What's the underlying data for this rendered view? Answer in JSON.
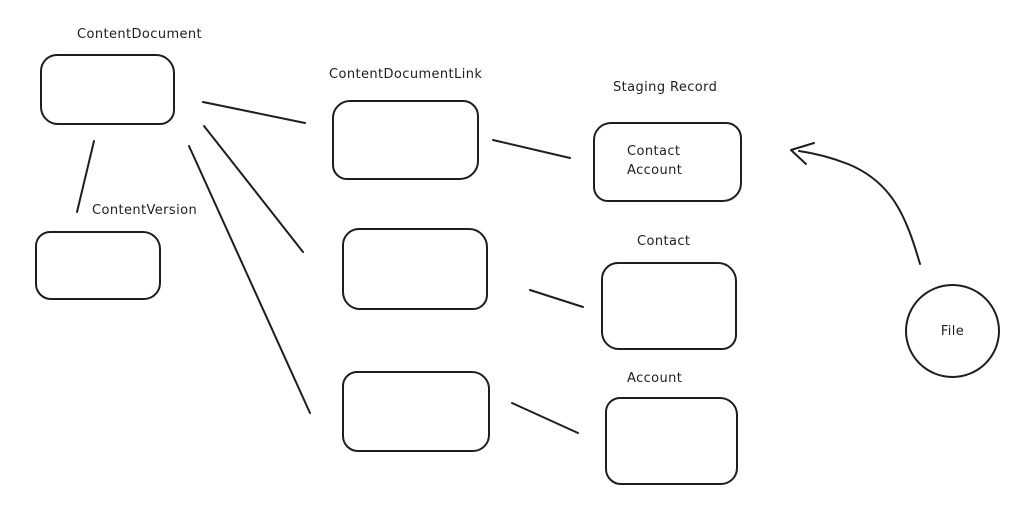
{
  "canvas": {
    "background_color": "#ffffff",
    "stroke_color": "#1e1e1e"
  },
  "labels": {
    "content_document": "ContentDocument",
    "content_version": "ContentVersion",
    "content_document_link": "ContentDocumentLink",
    "staging_record": "Staging Record",
    "contact": "Contact",
    "account": "Account",
    "file": "File"
  },
  "staging_box": {
    "line1": "Contact",
    "line2": "Account"
  }
}
